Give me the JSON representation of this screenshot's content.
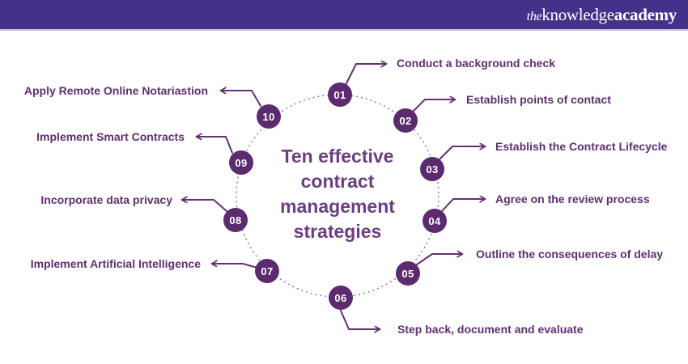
{
  "header": {
    "logo": {
      "the": "the",
      "knowledge": "knowledge",
      "academy": "academy"
    }
  },
  "diagram": {
    "title": "Ten effective contract management strategies",
    "title_lines": [
      "Ten effective",
      "contract",
      "management",
      "strategies"
    ],
    "items": [
      {
        "number": "01",
        "label": "Conduct a background check",
        "side": "right"
      },
      {
        "number": "02",
        "label": "Establish points of contact",
        "side": "right"
      },
      {
        "number": "03",
        "label": "Establish the Contract Lifecycle",
        "side": "right"
      },
      {
        "number": "04",
        "label": "Agree on the review process",
        "side": "right"
      },
      {
        "number": "05",
        "label": "Outline the consequences of delay",
        "side": "right"
      },
      {
        "number": "06",
        "label": "Step back, document and evaluate",
        "side": "bottom"
      },
      {
        "number": "07",
        "label": "Implement Artificial Intelligence",
        "side": "left"
      },
      {
        "number": "08",
        "label": "Incorporate data privacy",
        "side": "left"
      },
      {
        "number": "09",
        "label": "Implement Smart Contracts",
        "side": "left"
      },
      {
        "number": "10",
        "label": "Apply Remote Online Notariastion",
        "side": "left"
      }
    ]
  },
  "colors": {
    "header_bg": "#453189",
    "header_border": "#c8bfe6",
    "node_fill": "#5b2b6e",
    "connector": "#63326e",
    "label_text": "#5e2f6f",
    "title_text": "#6b3f7f",
    "dotted_circle": "#8f6fa5",
    "logo_text": "#ffffff"
  }
}
